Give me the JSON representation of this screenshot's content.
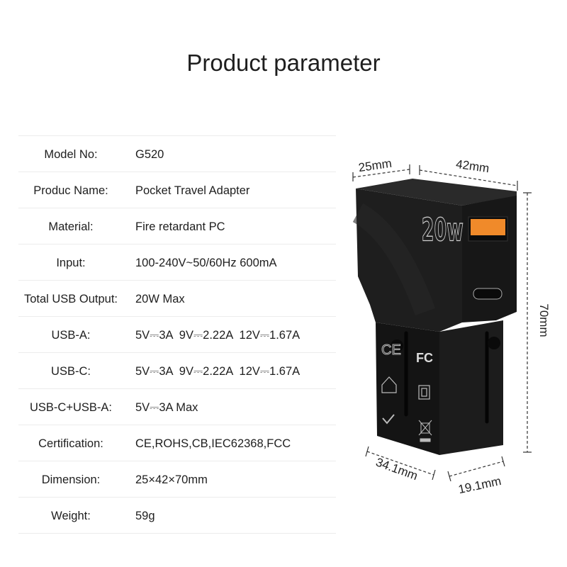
{
  "title": "Product parameter",
  "specs": [
    {
      "label": "Model No:",
      "value": "G520"
    },
    {
      "label": "Produc Name:",
      "value": "Pocket Travel Adapter"
    },
    {
      "label": "Material:",
      "value": "Fire retardant PC"
    },
    {
      "label": "Input:",
      "value": "100-240V~50/60Hz 600mA"
    },
    {
      "label": "Total USB Output:",
      "value": "20W Max"
    },
    {
      "label": "USB-A:",
      "value": "5V⎓3A  9V⎓2.22A  12V⎓1.67A"
    },
    {
      "label": "USB-C:",
      "value": "5V⎓3A  9V⎓2.22A  12V⎓1.67A"
    },
    {
      "label": "USB-C+USB-A:",
      "value": "5V⎓3A Max"
    },
    {
      "label": "Certification:",
      "value": "CE,ROHS,CB,IEC62368,FCC"
    },
    {
      "label": "Dimension:",
      "value": "25×42×70mm"
    },
    {
      "label": "Weight:",
      "value": "59g"
    }
  ],
  "product_image": {
    "power_marking": "20w",
    "dimensions": {
      "width_top": "25mm",
      "depth_top": "42mm",
      "height": "70mm",
      "bottom_left": "34.1mm",
      "bottom_right": "19.1mm"
    },
    "body_color": "#1a1a1a",
    "usb_a_color": "#f08a2a",
    "marks": [
      "CE",
      "FC"
    ]
  }
}
